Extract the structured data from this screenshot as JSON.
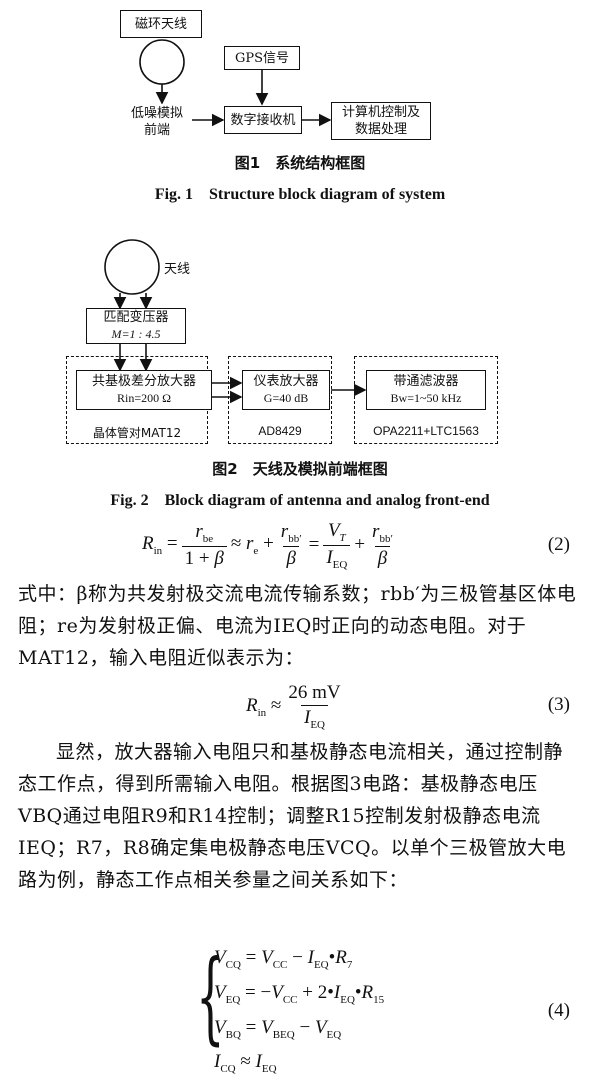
{
  "fig1": {
    "antenna_box": "磁环天线",
    "gps_box": "GPS信号",
    "lna_box": [
      "低噪模拟",
      "前端"
    ],
    "receiver_box": "数字接收机",
    "computer_box": [
      "计算机控制及",
      "数据处理"
    ],
    "caption_cn": "图1　系统结构框图",
    "caption_en": "Fig. 1　Structure block diagram of system"
  },
  "fig2": {
    "antenna_label": "天线",
    "transformer": [
      "匹配变压器",
      "M=1 : 4.5"
    ],
    "amp1": [
      "共基极差分放大器",
      "Rin=200 Ω"
    ],
    "amp1_group": "晶体管对MAT12",
    "amp2": [
      "仪表放大器",
      "G=40 dB"
    ],
    "amp2_group": "AD8429",
    "filter": [
      "带通滤波器",
      "Bw=1~50 kHz"
    ],
    "filter_group": "OPA2211+LTC1563",
    "caption_cn": "图2　天线及模拟前端框图",
    "caption_en": "Fig. 2　Block diagram of antenna and analog front-end"
  },
  "eq2_num": "(2)",
  "eq3_num": "(3)",
  "eq4_num": "(4)",
  "para1": "式中：β称为共发射极交流电流传输系数；rbb′为三极管基区体电阻；re为发射极正偏、电流为IEQ时正向的动态电阻。对于MAT12，输入电阻近似表示为：",
  "para2": "显然，放大器输入电阻只和基极静态电流相关，通过控制静态工作点，得到所需输入电阻。根据图3电路：基极静态电压VBQ通过电阻R9和R14控制；调整R15控制发射极静态电流IEQ；R7，R8确定集电极静态电压VCQ。以单个三极管放大电路为例，静态工作点相关参量之间关系如下："
}
